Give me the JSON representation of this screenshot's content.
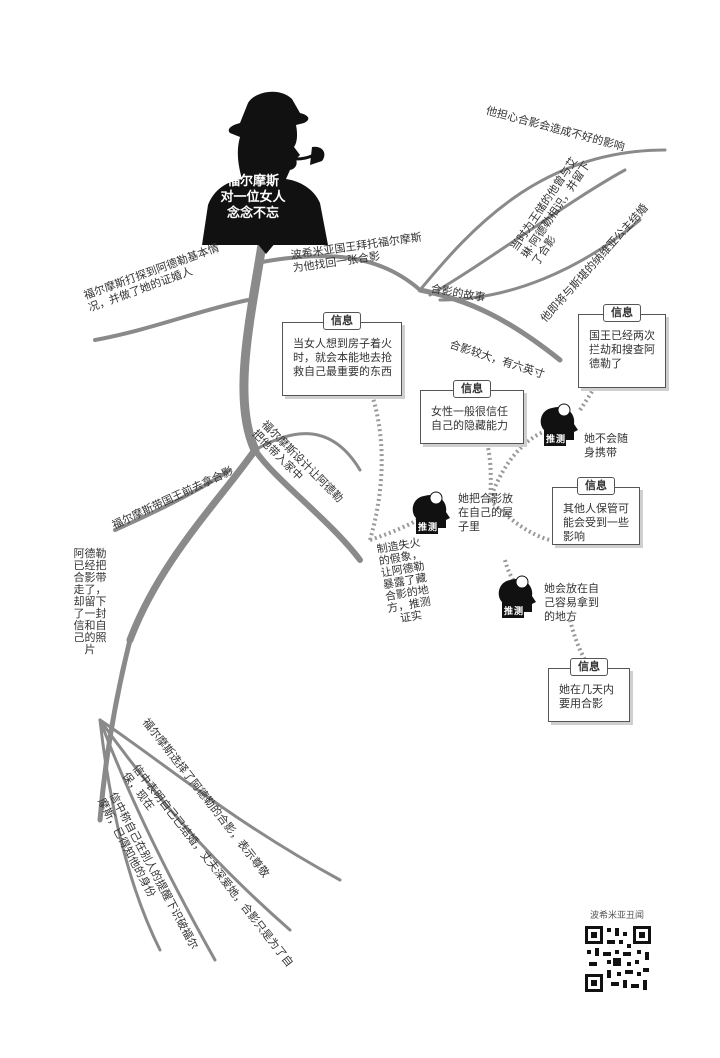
{
  "center": {
    "title_lines": [
      "福尔摩斯",
      "对一位女人",
      "念念不忘"
    ]
  },
  "branches": {
    "king_request": "波希米亚国王拜托福尔摩斯为他找回一张合影",
    "basic_info": "福尔摩斯打探到阿德勒基本情况，并做了她的证婚人",
    "photo_story": "合影的故事",
    "worry": "他担心合影会造成不好的影响",
    "reason": "当时为王储的他曾与艾琳·阿德勒相识，并留下了合影",
    "marriage": "他即将与斯堪的纳维亚公主结婚",
    "photo_size": "合影较大，有六英寸",
    "plan": "福尔摩斯设计让阿德勒把他带入家中",
    "fake_fire": "制造失火的假象，让阿德勒暴露了藏合影的地方，推测证实",
    "king_fetch": "福尔摩斯带国王前去拿合影",
    "letter": "阿德勒已经把合影带走了，却留下了一封信和自己的照片",
    "sub1": "福尔摩斯选择了阿德勒的合影，表示尊敬",
    "sub2": "信中表明自己已结婚，丈夫深爱她，合影只是为了自保，现在",
    "sub3": "信中称自己在别人的提醒下识破福尔摩斯，已得知他的身份"
  },
  "info_label": "信息",
  "guess_label": "推测",
  "info_boxes": [
    "当女人想到房子着火时，就会本能地去抢救自己最重要的东西",
    "国王已经两次拦劫和搜查阿德勒了",
    "女性一般很信任自己的隐藏能力",
    "其他人保管可能会受到一些影响",
    "她在几天内要用合影"
  ],
  "guesses": [
    "她不会随身携带",
    "她把合影放在自己的屋子里",
    "她会放在自己容易拿到的地方"
  ],
  "footer": {
    "brand": "波希米亚丑闻"
  }
}
